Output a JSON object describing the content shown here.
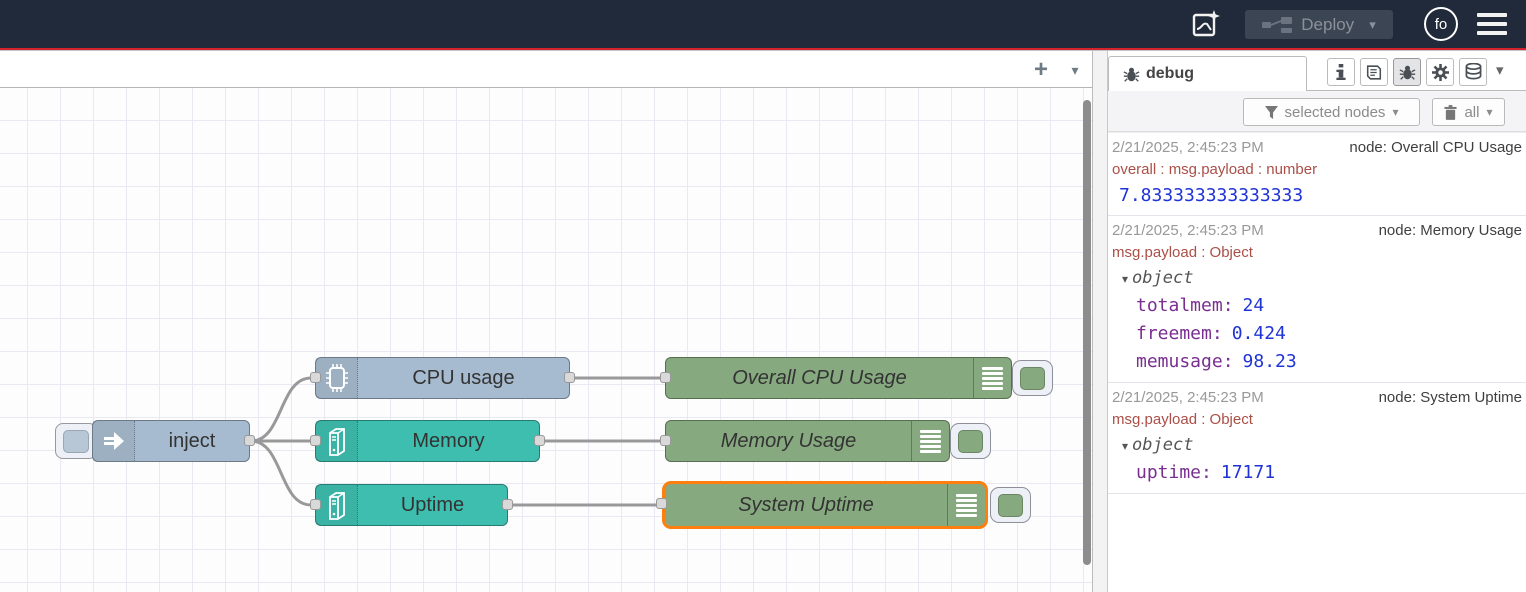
{
  "header": {
    "deploy_label": "Deploy",
    "avatar_text": "fo"
  },
  "icons": {
    "caret_down": "▾",
    "plus": "+"
  },
  "flow": {
    "nodes": [
      {
        "id": "inject",
        "label": "inject",
        "color": "#a6bbcf"
      },
      {
        "id": "cpu-usage",
        "label": "CPU usage",
        "color": "#a6bbcf"
      },
      {
        "id": "memory",
        "label": "Memory",
        "color": "#3ebeaf"
      },
      {
        "id": "uptime",
        "label": "Uptime",
        "color": "#3ebeaf"
      },
      {
        "id": "debug-overall-cpu",
        "label": "Overall CPU Usage",
        "color": "#87a980"
      },
      {
        "id": "debug-memory-usage",
        "label": "Memory Usage",
        "color": "#87a980"
      },
      {
        "id": "debug-system-uptime",
        "label": "System Uptime",
        "color": "#87a980",
        "selected": true
      }
    ],
    "selection_color": "#ff7f0e",
    "wire_color": "#999999"
  },
  "sidebar": {
    "tab_label": "debug",
    "filter_label": "selected nodes",
    "clear_label": "all",
    "messages": [
      {
        "timestamp": "2/21/2025, 2:45:23 PM",
        "node_label": "node: Overall CPU Usage",
        "path": "overall : msg.payload : number",
        "value": "7.833333333333333"
      },
      {
        "timestamp": "2/21/2025, 2:45:23 PM",
        "node_label": "node: Memory Usage",
        "path": "msg.payload : Object",
        "object_label": "object",
        "props": [
          {
            "key": "totalmem:",
            "value": "24"
          },
          {
            "key": "freemem:",
            "value": "0.424"
          },
          {
            "key": "memusage:",
            "value": "98.23"
          }
        ]
      },
      {
        "timestamp": "2/21/2025, 2:45:23 PM",
        "node_label": "node: System Uptime",
        "path": "msg.payload : Object",
        "object_label": "object",
        "props": [
          {
            "key": "uptime:",
            "value": "17171"
          }
        ]
      }
    ]
  },
  "colors": {
    "header_bg": "#212a3a",
    "header_accent_line": "#d3232b",
    "debug_number": "#2033d6",
    "debug_key": "#792e90",
    "debug_path": "#ab4f47"
  }
}
